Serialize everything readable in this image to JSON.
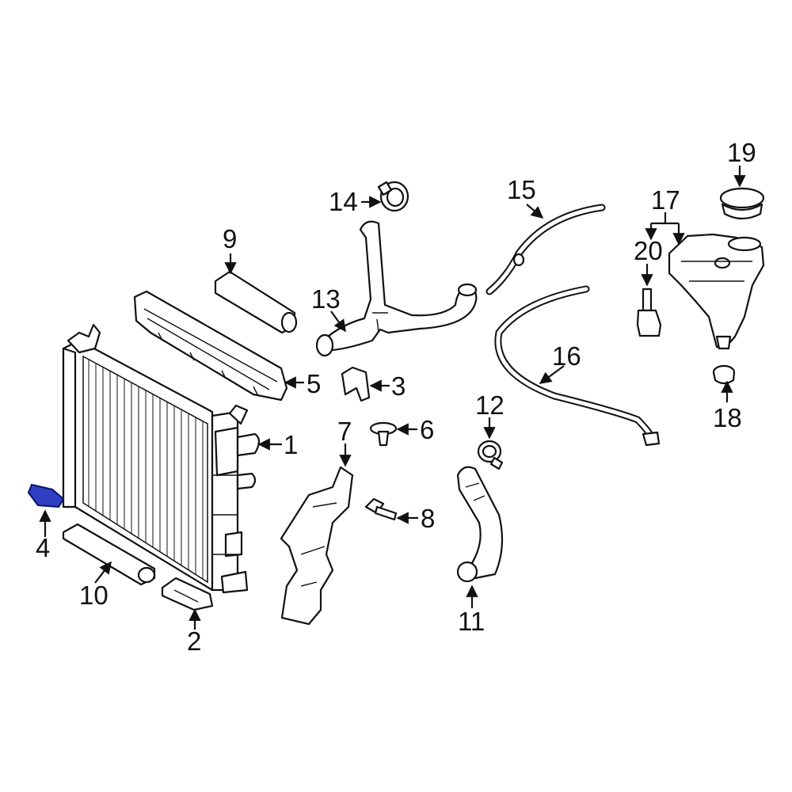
{
  "highlight_color": "#2f3fc4",
  "highlighted_part": "4",
  "callouts": [
    {
      "id": "c1",
      "label": "1"
    },
    {
      "id": "c2",
      "label": "2"
    },
    {
      "id": "c3",
      "label": "3"
    },
    {
      "id": "c4",
      "label": "4"
    },
    {
      "id": "c5",
      "label": "5"
    },
    {
      "id": "c6",
      "label": "6"
    },
    {
      "id": "c7",
      "label": "7"
    },
    {
      "id": "c8",
      "label": "8"
    },
    {
      "id": "c9",
      "label": "9"
    },
    {
      "id": "c10",
      "label": "10"
    },
    {
      "id": "c11",
      "label": "11"
    },
    {
      "id": "c12",
      "label": "12"
    },
    {
      "id": "c13",
      "label": "13"
    },
    {
      "id": "c14",
      "label": "14"
    },
    {
      "id": "c15",
      "label": "15"
    },
    {
      "id": "c16",
      "label": "16"
    },
    {
      "id": "c17",
      "label": "17"
    },
    {
      "id": "c18",
      "label": "18"
    },
    {
      "id": "c19",
      "label": "19"
    },
    {
      "id": "c20",
      "label": "20"
    }
  ]
}
